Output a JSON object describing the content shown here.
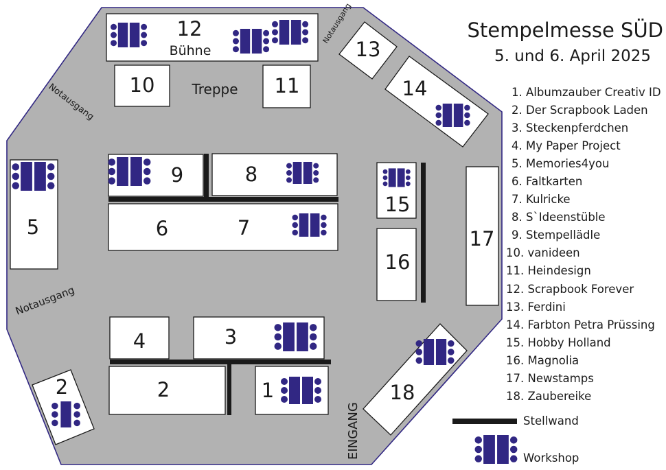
{
  "title": "Stempelmesse SÜD",
  "date": "5. und 6. April 2025",
  "colors": {
    "floor": "#b2b2b2",
    "outline": "#312783",
    "workshop": "#312783",
    "wall": "#1a1a1a"
  },
  "map": {
    "booths": {
      "b1": "1",
      "b2": "2",
      "b2small": "2",
      "b3": "3",
      "b4": "4",
      "b5": "5",
      "b6": "6",
      "b7": "7",
      "b8": "8",
      "b9": "9",
      "b10": "10",
      "b11": "11",
      "b12": "12",
      "b13": "13",
      "b14": "14",
      "b15": "15",
      "b16": "16",
      "b17": "17",
      "b18": "18"
    },
    "stage_label": "Bühne",
    "stairs_label": "Treppe",
    "emergency_exit_label": "Notausgang",
    "entrance_label": "EINGANG"
  },
  "legend": {
    "exhibitors": [
      "1. Albumzauber Creativ ID",
      "2. Der Scrapbook Laden",
      "3. Steckenpferdchen",
      "4. My Paper Project",
      "5. Memories4you",
      "6. Faltkarten",
      "7. Kulricke",
      "8. S`Ideenstüble",
      "9. Stempellädle",
      "10. vanideen",
      "11. Heindesign",
      "12. Scrapbook Forever",
      "13. Ferdini",
      "14. Farbton Petra Prüssing",
      "15. Hobby Holland",
      "16. Magnolia",
      "17. Newstamps",
      "18. Zaubereike"
    ],
    "wall_label": "Stellwand",
    "workshop_label": "Workshop"
  }
}
